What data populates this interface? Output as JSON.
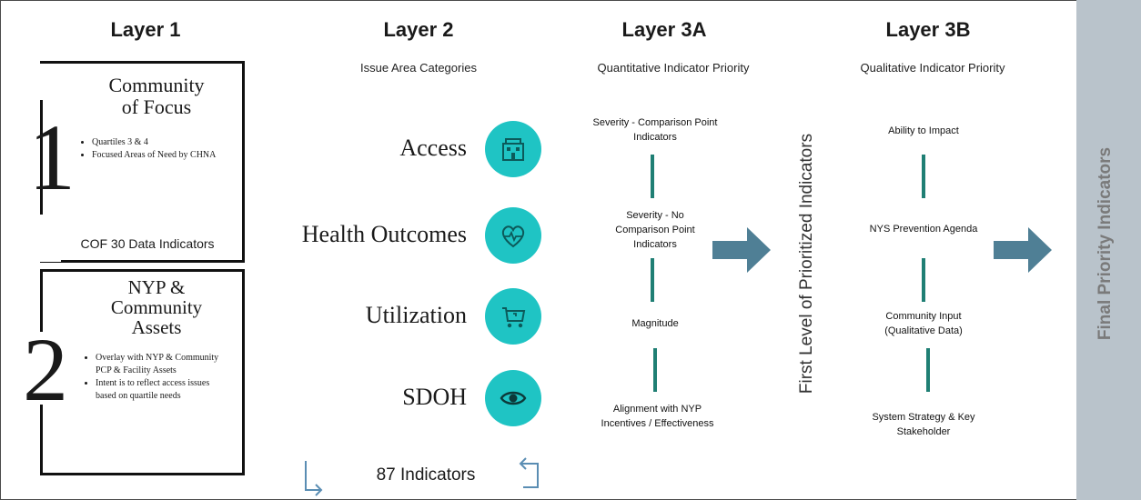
{
  "layers": {
    "layer1": {
      "title": "Layer 1"
    },
    "layer2": {
      "title": "Layer 2",
      "subtitle": "Issue Area Categories"
    },
    "layer3a": {
      "title": "Layer 3A",
      "subtitle": "Quantitative Indicator Priority"
    },
    "layer3b": {
      "title": "Layer 3B",
      "subtitle": "Qualitative Indicator Priority"
    }
  },
  "box1": {
    "number": "1",
    "title_line1": "Community",
    "title_line2": "of Focus",
    "bullets": [
      "Quartiles 3 & 4",
      "Focused Areas of Need by CHNA"
    ],
    "footer": "COF 30 Data Indicators"
  },
  "box2": {
    "number": "2",
    "title_line1": "NYP &",
    "title_line2": "Community",
    "title_line3": "Assets",
    "bullets": [
      "Overlay with NYP & Community PCP & Facility Assets",
      "Intent is to reflect access issues based on quartile needs"
    ]
  },
  "categories": [
    {
      "label": "Access",
      "icon": "building-icon"
    },
    {
      "label": "Health Outcomes",
      "icon": "heart-pulse-icon"
    },
    {
      "label": "Utilization",
      "icon": "cart-icon"
    },
    {
      "label": "SDOH",
      "icon": "eye-icon"
    }
  ],
  "indicators_count": "87 Indicators",
  "quantitative_steps": [
    "Severity - Comparison Point Indicators",
    "Severity - No Comparison Point Indicators",
    "Magnitude",
    "Alignment with NYP Incentives / Effectiveness"
  ],
  "first_level": "First Level of Prioritized Indicators",
  "qualitative_steps": [
    "Ability to Impact",
    "NYS Prevention Agenda",
    "Community Input (Qualitative Data)",
    "System Strategy & Key Stakeholder"
  ],
  "final": "Final Priority Indicators",
  "colors": {
    "teal": "#1fc4c4",
    "bar": "#1f7f74",
    "arrow": "#4f7f95",
    "final_panel": "#b9c3cb",
    "final_text": "#7a7a7a"
  }
}
